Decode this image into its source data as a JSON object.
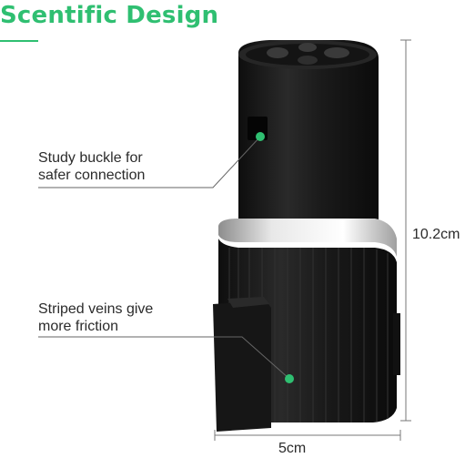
{
  "heading": {
    "title": "Scentific Design"
  },
  "callouts": [
    {
      "text": "Study buckle for safer connection",
      "line1": "Study buckle for",
      "line2": "safer connection"
    },
    {
      "text": "Striped veins give more friction",
      "line1": "Striped veins give",
      "line2": "more friction"
    }
  ],
  "dimensions": {
    "height": "10.2cm",
    "width": "5cm"
  },
  "colors": {
    "accent": "#2fbf71",
    "body": "#1a1a1a",
    "ring": "#c9c9c9",
    "dim_line": "#777777"
  }
}
